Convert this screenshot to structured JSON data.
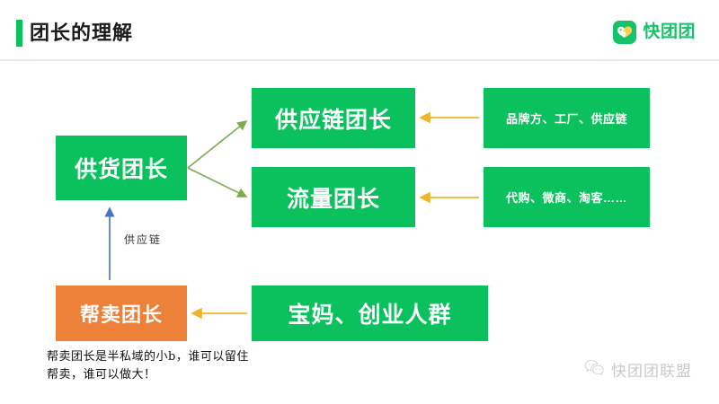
{
  "header": {
    "title": "团长的理解",
    "accent_color": "#0ac258"
  },
  "brand": {
    "name": "快团团",
    "icon": "heart-logo-icon",
    "color": "#17c26b"
  },
  "diagram": {
    "nodes": [
      {
        "id": "gonghuo",
        "label": "供货团长",
        "color": "#0bc15e"
      },
      {
        "id": "gongyinglian",
        "label": "供应链团长",
        "color": "#0bc15e"
      },
      {
        "id": "liuliang",
        "label": "流量团长",
        "color": "#0bc15e"
      },
      {
        "id": "pinpai",
        "label": "品牌方、工厂、供应链",
        "color": "#0bc15e"
      },
      {
        "id": "daigou",
        "label": "代购、微商、淘客……",
        "color": "#0bc15e"
      },
      {
        "id": "bangmai",
        "label": "帮卖团长",
        "color": "#ed8139"
      },
      {
        "id": "baoma",
        "label": "宝妈、创业人群",
        "color": "#0bc15e"
      }
    ],
    "edges": [
      {
        "from": "gonghuo",
        "to": "gongyinglian",
        "color": "#7aae4c",
        "label": ""
      },
      {
        "from": "gonghuo",
        "to": "liuliang",
        "color": "#7aae4c",
        "label": ""
      },
      {
        "from": "pinpai",
        "to": "gongyinglian",
        "color": "#f0b429",
        "label": ""
      },
      {
        "from": "daigou",
        "to": "liuliang",
        "color": "#f0b429",
        "label": ""
      },
      {
        "from": "baoma",
        "to": "bangmai",
        "color": "#f0b429",
        "label": ""
      },
      {
        "from": "bangmai",
        "to": "gonghuo",
        "color": "#4472c4",
        "label": "供应链"
      }
    ],
    "edge_label_supply_chain": "供应链"
  },
  "caption": "帮卖团长是半私域的小b，谁可以留住帮卖，谁可以做大！",
  "watermark": {
    "label": "快团团联盟",
    "icon": "wechat-icon"
  }
}
